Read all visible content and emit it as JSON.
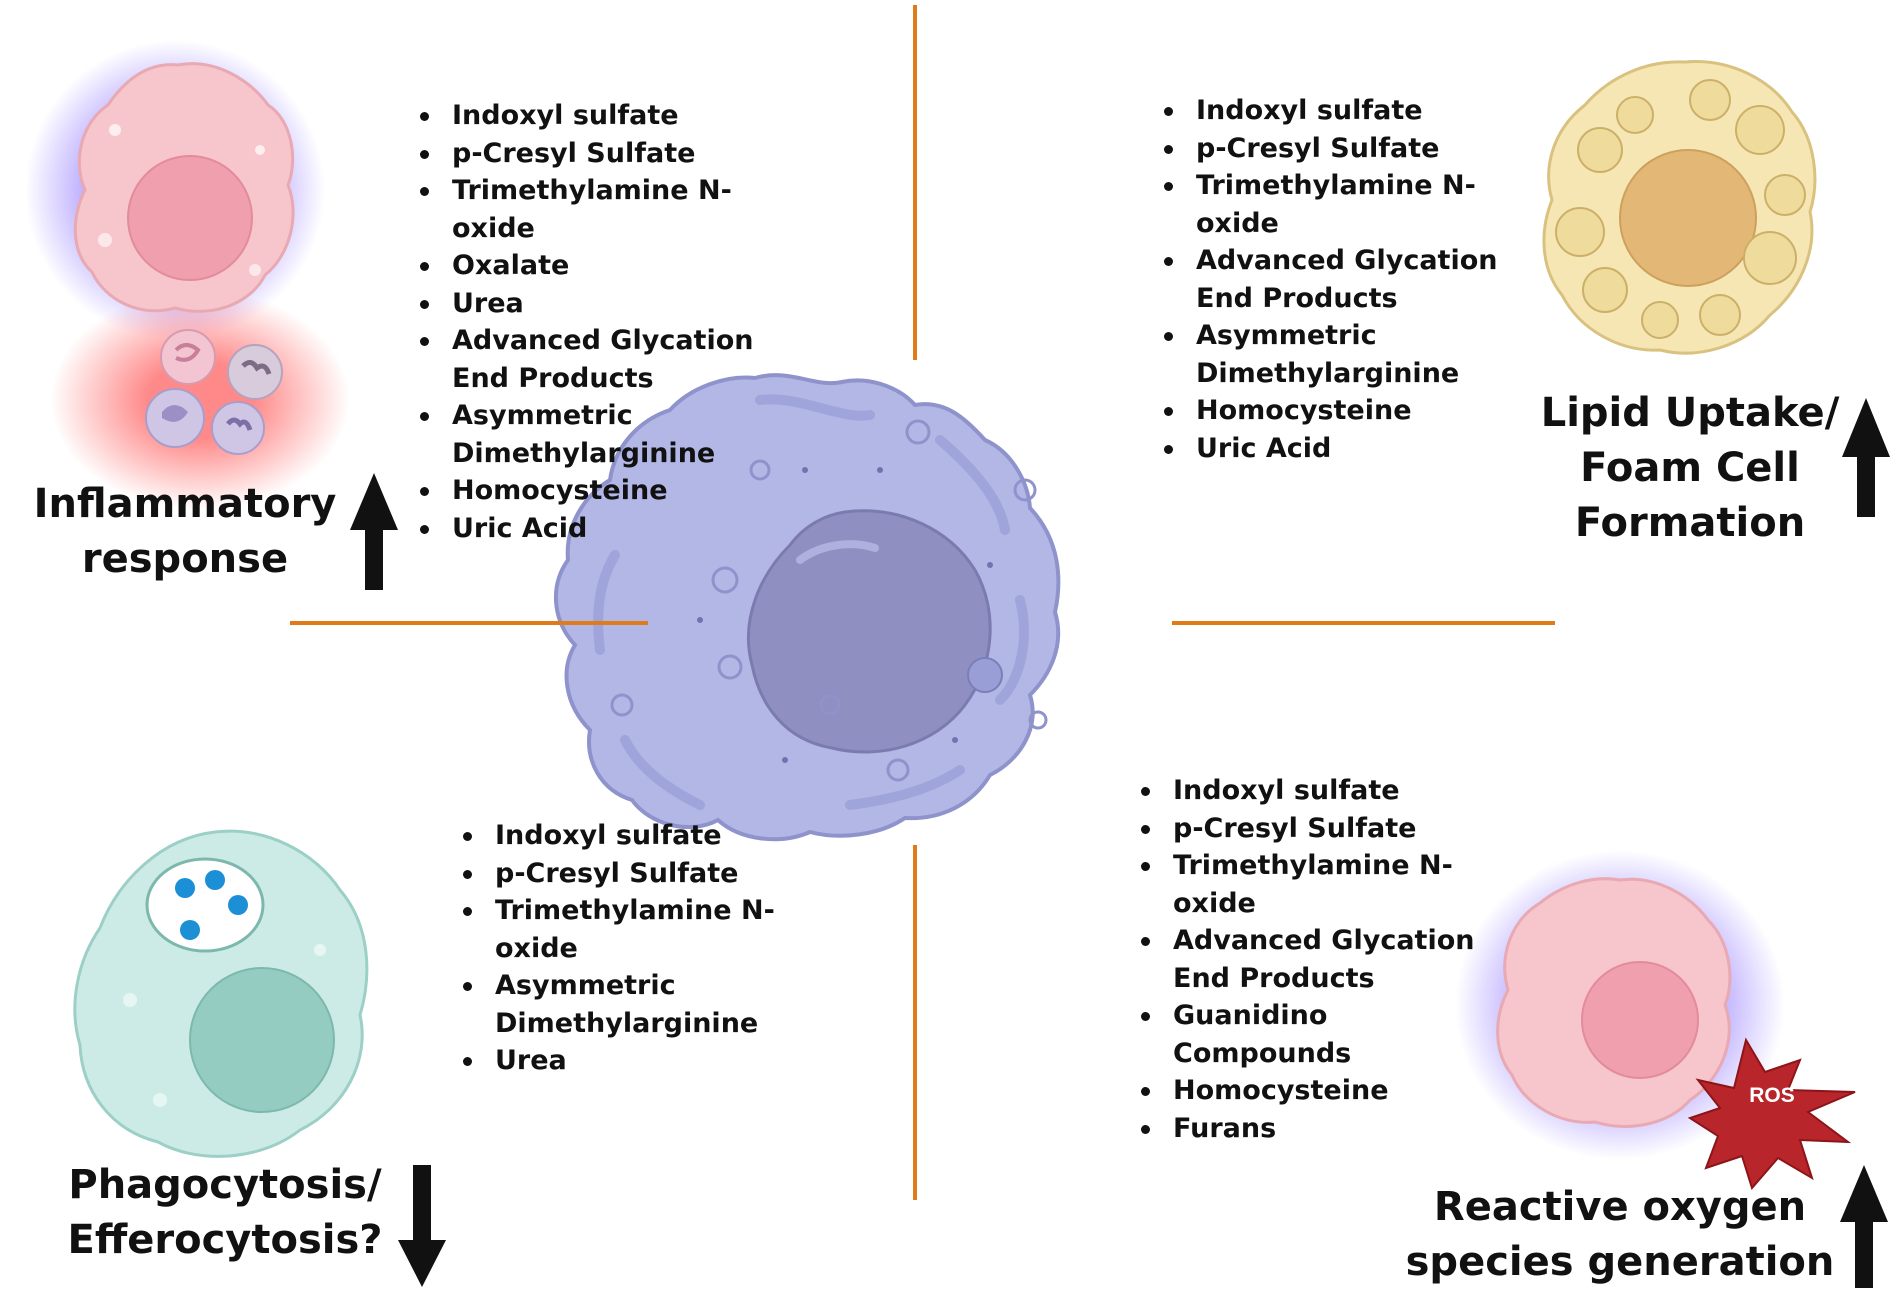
{
  "quadrants": {
    "top_left": {
      "heading_lines": [
        "Inflammatory",
        "response"
      ],
      "direction": "up",
      "toxins": [
        "Indoxyl sulfate",
        "p-Cresyl Sulfate",
        "Trimethylamine N-oxide",
        "Oxalate",
        "Urea",
        "Advanced Glycation End Products",
        "Asymmetric Dimethylarginine",
        "Homocysteine",
        "Uric Acid"
      ]
    },
    "top_right": {
      "heading_lines": [
        "Lipid Uptake/",
        "Foam Cell",
        "Formation"
      ],
      "direction": "up",
      "toxins": [
        "Indoxyl sulfate",
        "p-Cresyl Sulfate",
        "Trimethylamine N-oxide",
        "Advanced Glycation End Products",
        "Asymmetric Dimethylarginine",
        "Homocysteine",
        "Uric Acid"
      ]
    },
    "bottom_left": {
      "heading_lines": [
        "Phagocytosis/",
        "Efferocytosis?"
      ],
      "direction": "down",
      "toxins": [
        "Indoxyl sulfate",
        "p-Cresyl Sulfate",
        "Trimethylamine N-oxide",
        "Asymmetric Dimethylarginine",
        "Urea"
      ]
    },
    "bottom_right": {
      "heading_lines": [
        "Reactive oxygen",
        "species generation"
      ],
      "direction": "up",
      "toxins": [
        "Indoxyl sulfate",
        "p-Cresyl Sulfate",
        "Trimethylamine N-oxide",
        "Advanced Glycation End Products",
        "Guanidino Compounds",
        "Homocysteine",
        "Furans"
      ],
      "burst_label": "ROS"
    }
  },
  "colors": {
    "divider": "#e07b1a",
    "macrophage": "#b3b7e6",
    "macrophage_nucleus": "#8f8fc2",
    "inflamed_cell": "#f7c6cc",
    "foam_cell": "#f6e6b4",
    "foam_nucleus": "#e3b877",
    "phagocyte": "#cdebe6",
    "phagocyte_nucleus": "#94ccc2",
    "ros_burst": "#b8262b",
    "particle": "#1c8fd6"
  }
}
